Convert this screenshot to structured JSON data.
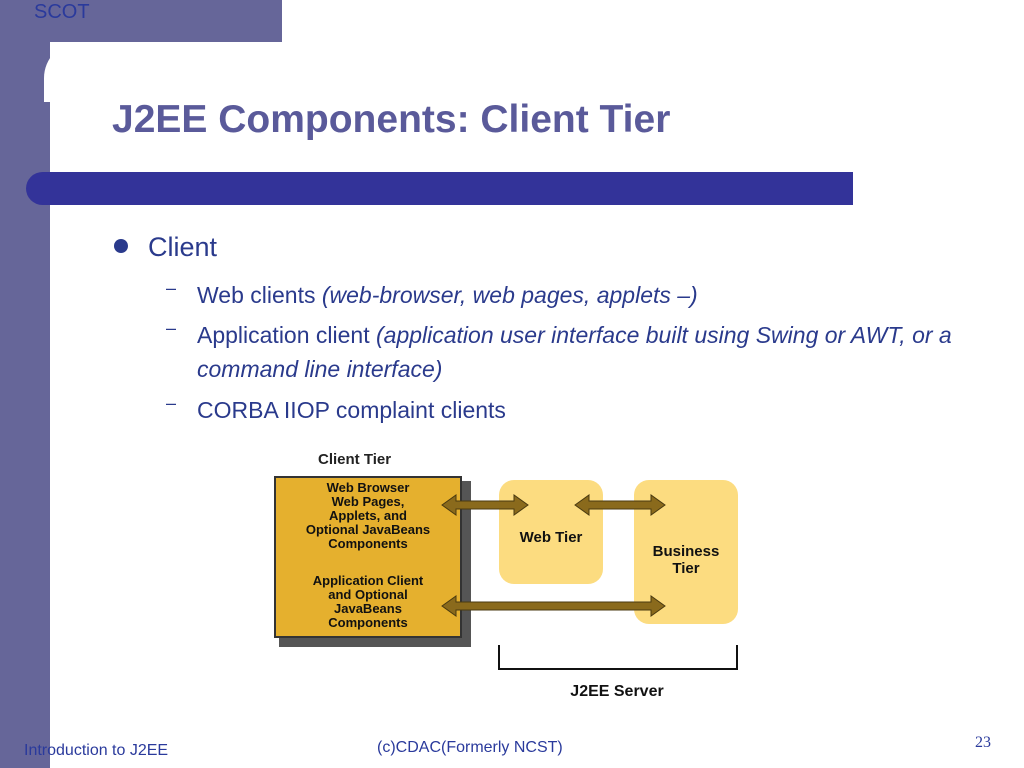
{
  "header": {
    "corner_label": "SCOT"
  },
  "slide": {
    "title": "J2EE Components: Client Tier",
    "bullet": "Client",
    "subbullets": [
      {
        "dash": "–",
        "text": "Web clients ",
        "italic": "(web-browser, web pages, applets –)"
      },
      {
        "dash": "–",
        "text": "Application client ",
        "italic": "(application user interface built using Swing or AWT, or a command line  interface)"
      },
      {
        "dash": "–",
        "text": "CORBA IIOP complaint clients",
        "italic": ""
      }
    ]
  },
  "diagram": {
    "heading": "Client Tier",
    "client_lines_top": "Web Browser\nWeb Pages,\nApplets, and\nOptional JavaBeans\nComponents",
    "client_lines_bottom": "Application Client\nand Optional\nJavaBeans\nComponents",
    "web_tier": "Web Tier",
    "business_tier": "Business\nTier",
    "server_label": "J2EE Server",
    "colors": {
      "client_box": "#e5b02e",
      "tier_box": "#fcdc80",
      "arrow": "#8a6a1c"
    }
  },
  "footer": {
    "left": "Introduction to J2EE",
    "center": "(c)CDAC(Formerly NCST)",
    "page_number": "23"
  },
  "colors": {
    "frame": "#666699",
    "title_bar": "#333399",
    "text": "#2a3a8c"
  }
}
